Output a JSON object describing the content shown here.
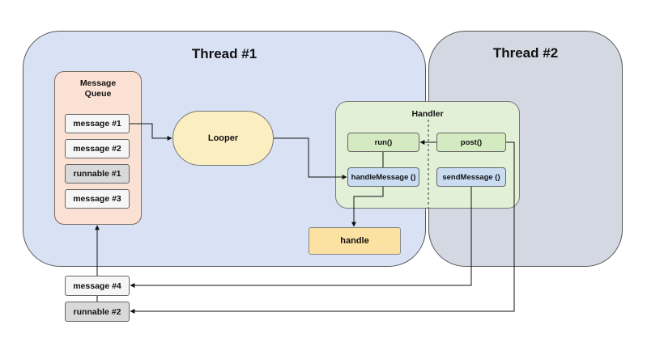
{
  "thread1": {
    "title": "Thread #1"
  },
  "thread2": {
    "title": "Thread #2"
  },
  "message_queue": {
    "title_line1": "Message",
    "title_line2": "Queue",
    "items": [
      {
        "label": "message #1",
        "kind": "message"
      },
      {
        "label": "message #2",
        "kind": "message"
      },
      {
        "label": "runnable #1",
        "kind": "runnable"
      },
      {
        "label": "message #3",
        "kind": "message"
      }
    ]
  },
  "looper": {
    "label": "Looper"
  },
  "handler": {
    "title": "Handler",
    "run": "run()",
    "post": "post()",
    "handle_message": "handleMessage ()",
    "send_message": "sendMessage ()"
  },
  "handle": {
    "label": "handle"
  },
  "incoming": {
    "message": "message #4",
    "runnable": "runnable #2"
  },
  "colors": {
    "thread1_bg": "#d9e2f5",
    "thread2_bg": "#d4d8e2",
    "queue_bg": "#fae1d4",
    "looper_bg": "#fbefc2",
    "handler_bg": "#e2f0d7",
    "handle_bg": "#fce2a2",
    "message_bg": "#f6f6f6",
    "runnable_bg": "#d9d9d9"
  }
}
